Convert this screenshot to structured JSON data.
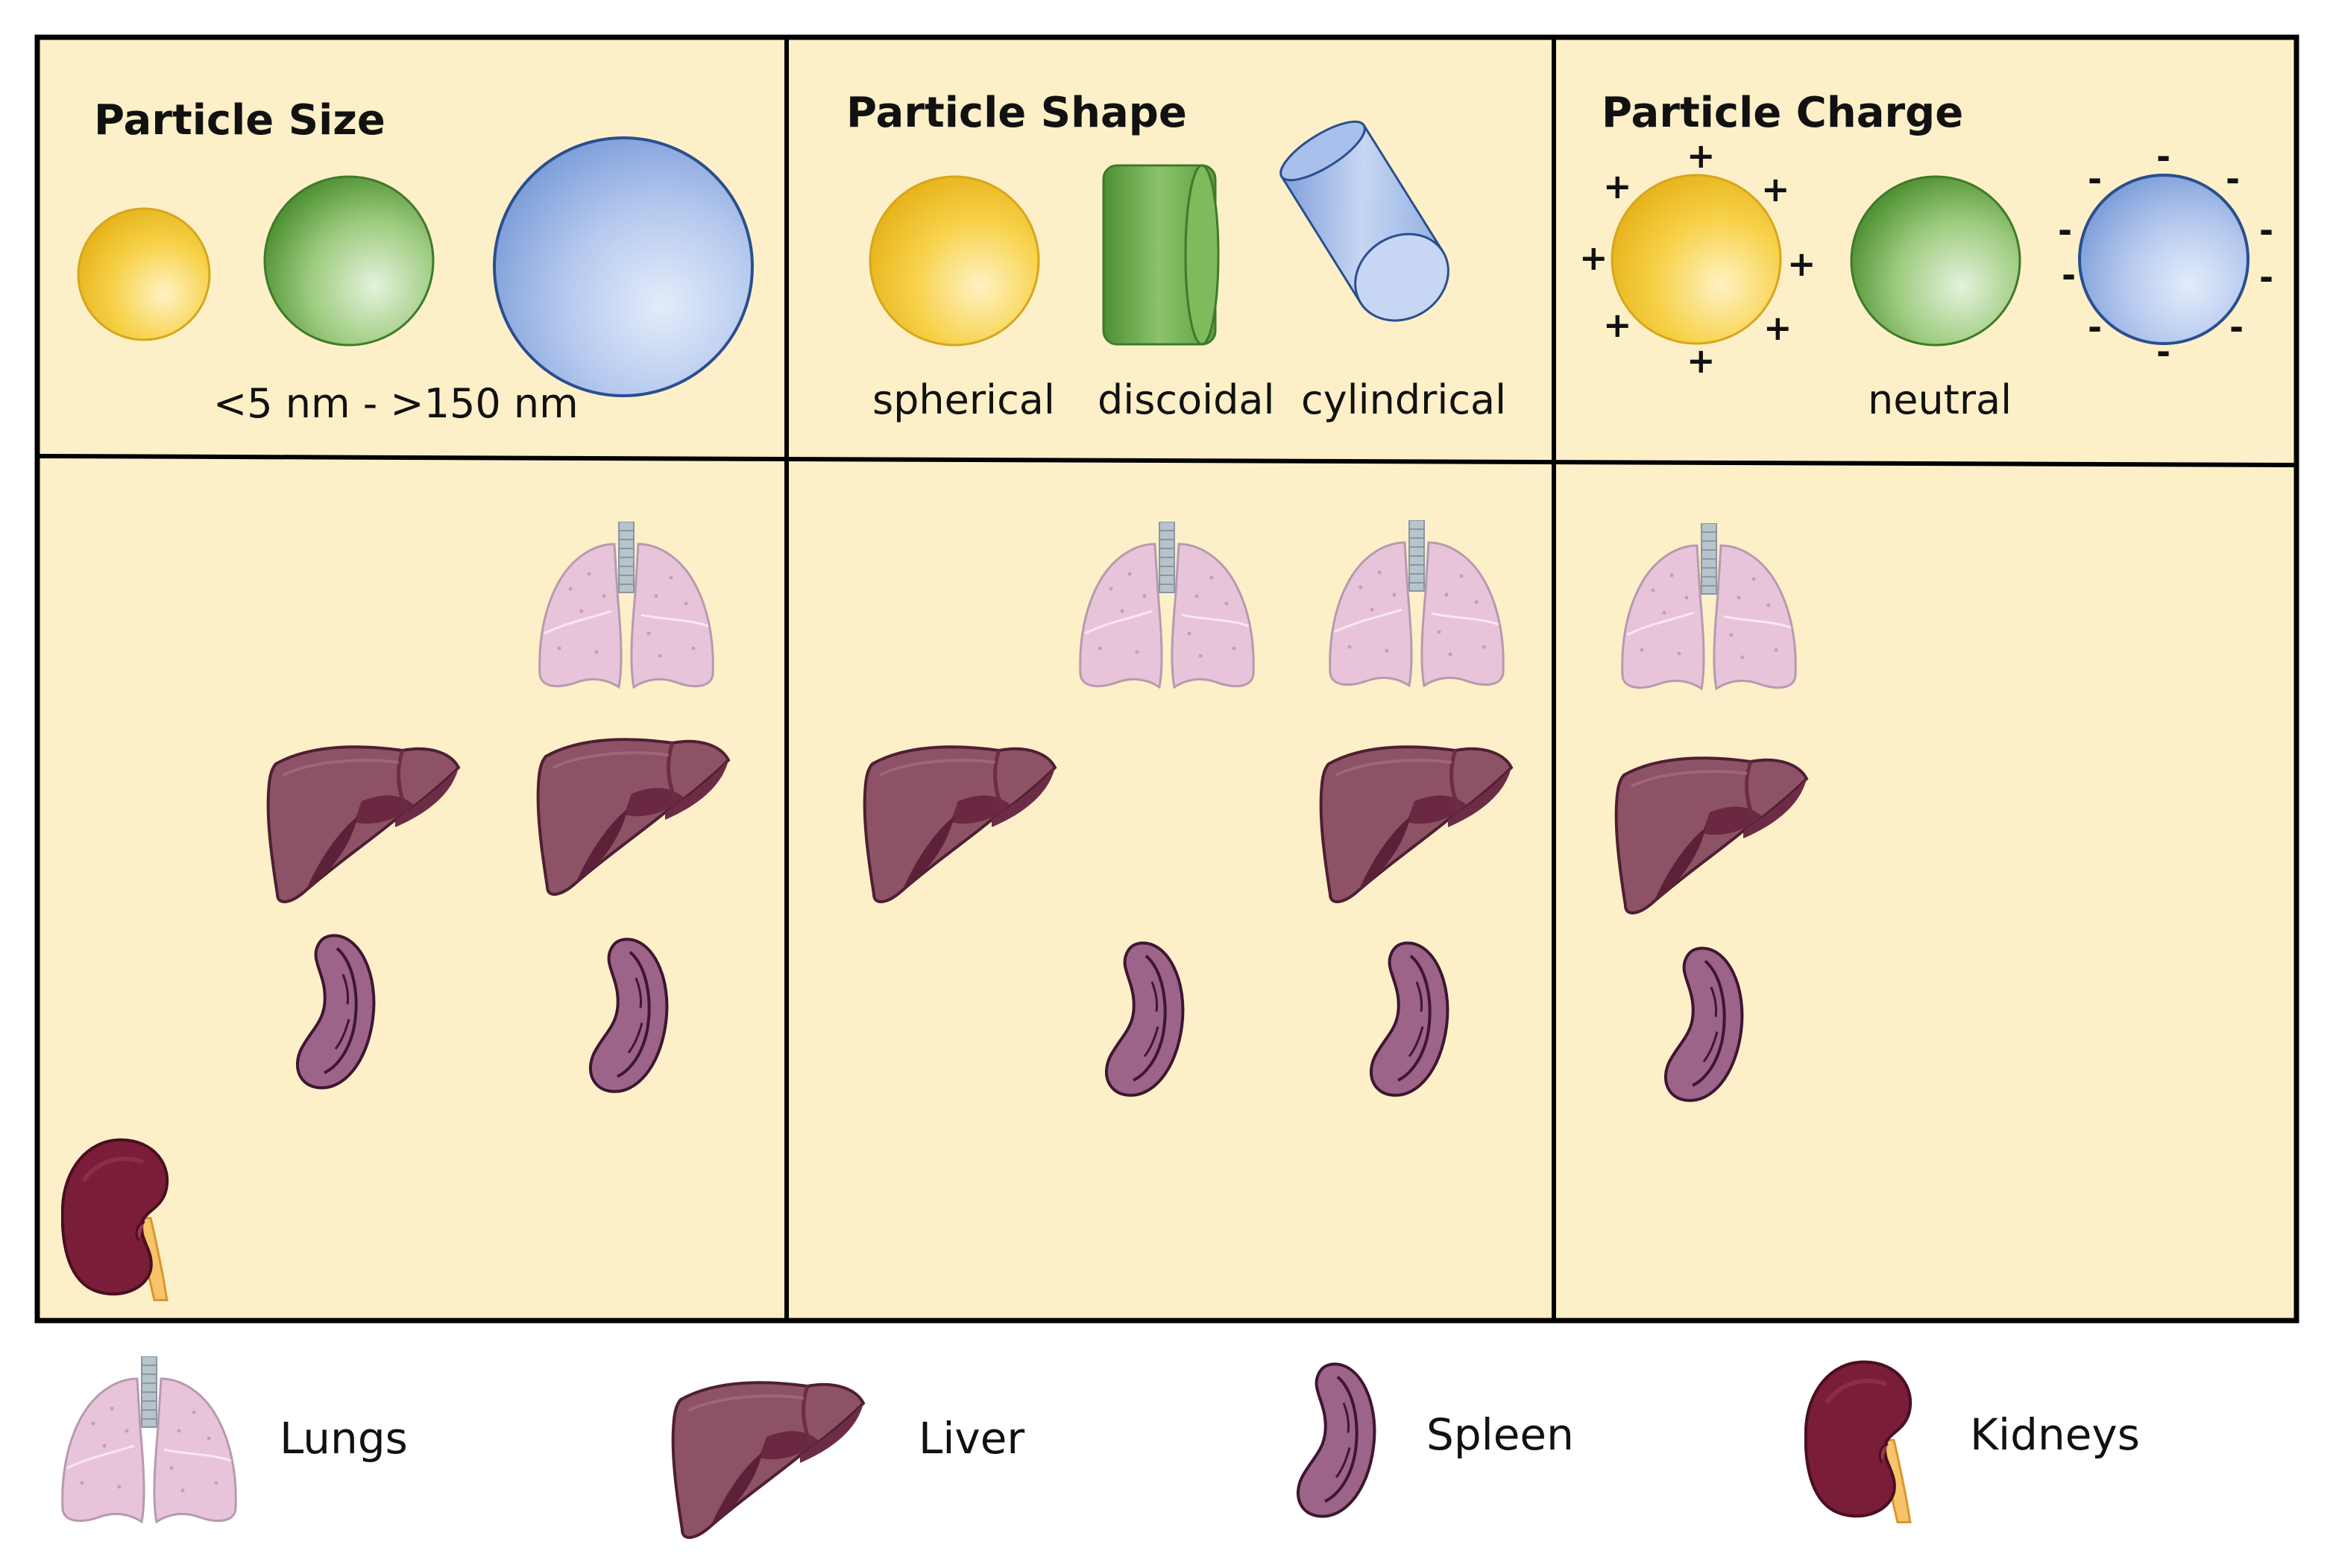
{
  "panels": {
    "size": {
      "title": "Particle Size",
      "range_label": "<5 nm - >150 nm"
    },
    "shape": {
      "title": "Particle Shape",
      "labels": [
        "spherical",
        "discoidal",
        "cylindrical"
      ]
    },
    "charge": {
      "title": "Particle Charge",
      "neutral_label": "neutral",
      "positive_sign": "+",
      "negative_sign": "-"
    }
  },
  "legend": {
    "lungs": "Lungs",
    "liver": "Liver",
    "spleen": "Spleen",
    "kidneys": "Kidneys"
  },
  "colors": {
    "background": "#fdf0c8",
    "yellow_particle": "#f5c531",
    "green_particle": "#6fae4f",
    "blue_particle": "#8eaee0",
    "lungs": "#e6c0d8",
    "liver": "#8a4a5e",
    "spleen": "#8e5274",
    "kidney": "#7a1d38"
  }
}
